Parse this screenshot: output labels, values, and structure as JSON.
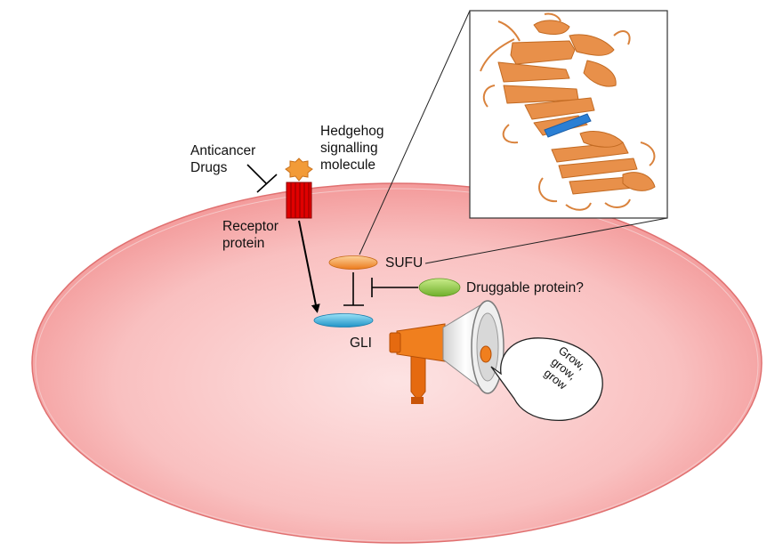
{
  "labels": {
    "anticancer_drugs": [
      "Anticancer",
      "Drugs"
    ],
    "hedgehog_molecule": [
      "Hedgehog",
      "signalling",
      "molecule"
    ],
    "receptor_protein": [
      "Receptor",
      "protein"
    ],
    "sufu": "SUFU",
    "gli": "GLI",
    "druggable_protein": "Druggable protein?",
    "speech": [
      "Grow,",
      "grow,",
      "grow"
    ]
  },
  "colors": {
    "cell_fill": "#f7b3b3",
    "cell_border": "#e06666",
    "receptor": "#e00000",
    "hedgehog": "#f29b38",
    "sufu": "#f08a2c",
    "gli": "#2fa6d6",
    "druggable": "#8cc63f",
    "megaphone_orange": "#f07f1e",
    "protein_orange": "#e8904a",
    "protein_blue": "#2a7fd4"
  }
}
